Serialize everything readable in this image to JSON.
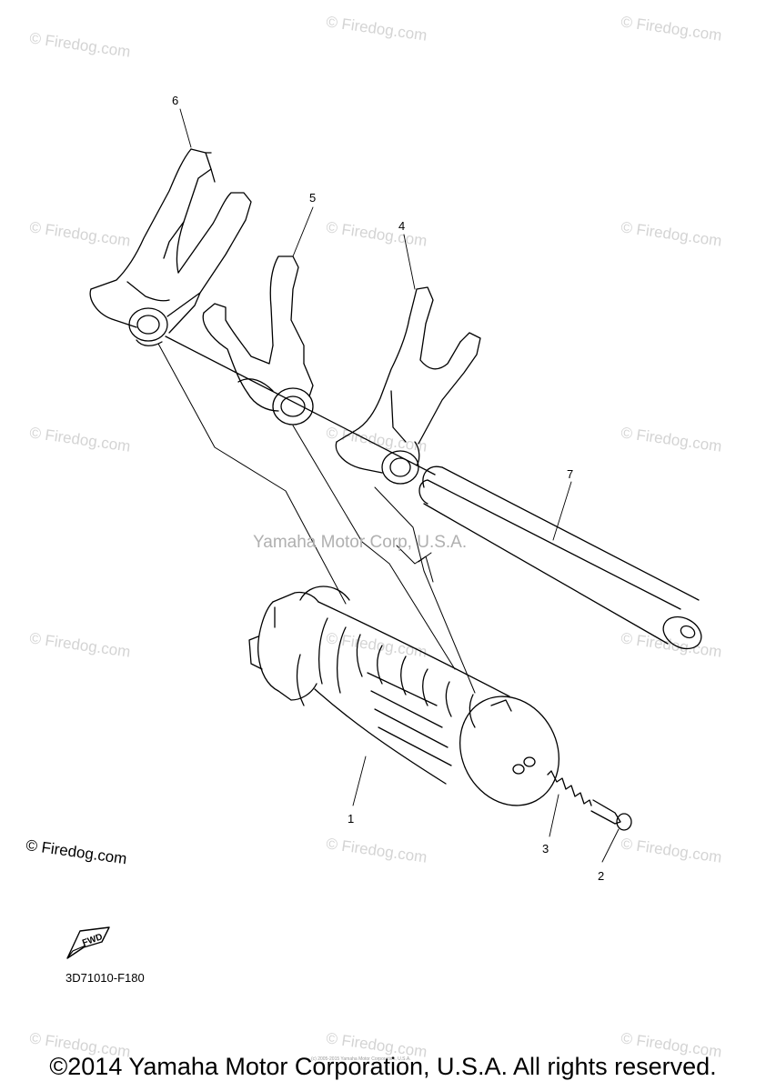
{
  "watermarks": {
    "text": "© Firedog.com"
  },
  "diagram": {
    "center_watermark": "Yamaha Motor Corp, U.S.A.",
    "code": "3D71010-F180",
    "fwd_label": "FWD",
    "firedog_mark": "© Firedog.com",
    "fine_print": "(c) 2005-2015 Yamaha Motor Corporation, U.S.A.",
    "callouts": [
      {
        "id": "1",
        "label": "1"
      },
      {
        "id": "2",
        "label": "2"
      },
      {
        "id": "3",
        "label": "3"
      },
      {
        "id": "4",
        "label": "4"
      },
      {
        "id": "5",
        "label": "5"
      },
      {
        "id": "6",
        "label": "6"
      },
      {
        "id": "7",
        "label": "7"
      }
    ]
  },
  "footer": {
    "copyright": "©2014 Yamaha Motor Corporation, U.S.A. All rights reserved."
  }
}
